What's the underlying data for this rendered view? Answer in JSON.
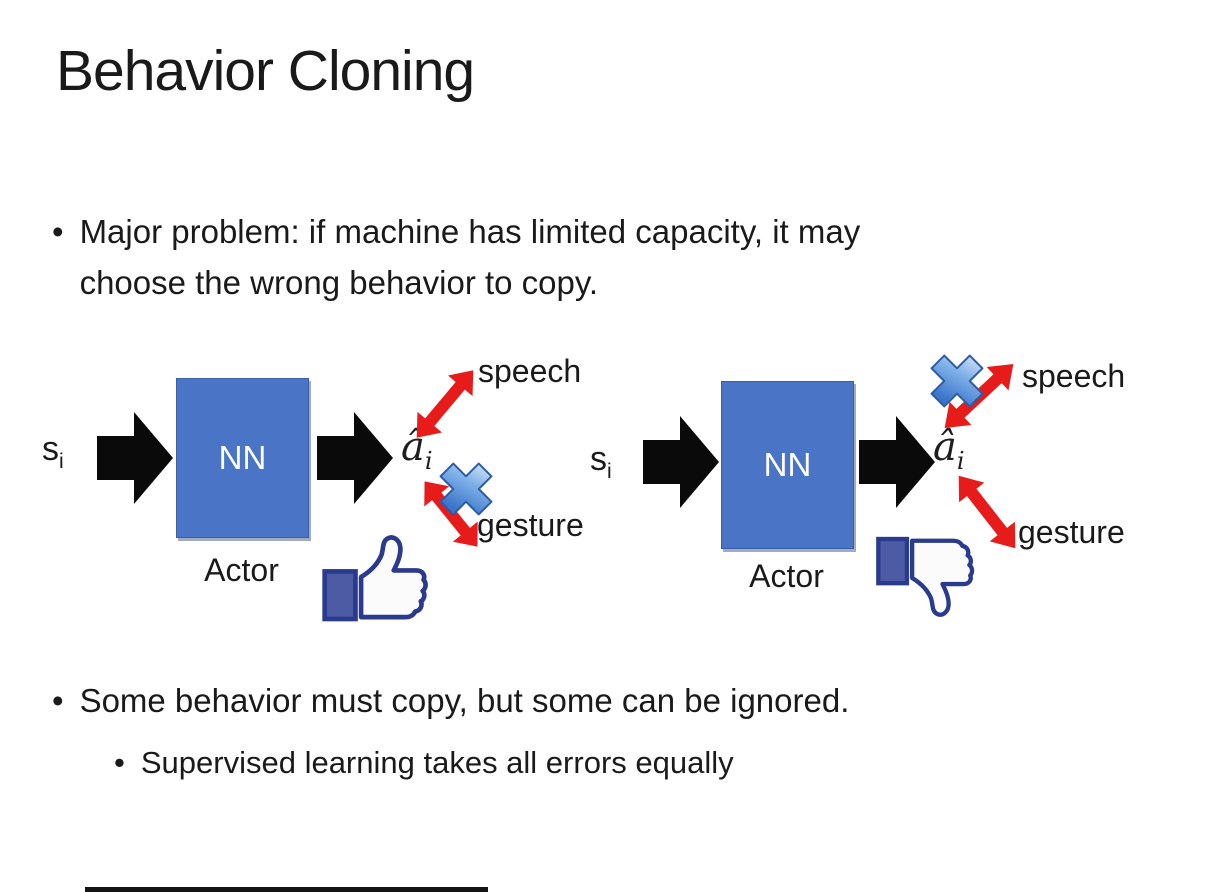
{
  "slide": {
    "title": "Behavior Cloning",
    "bullet_glyph": "•",
    "bullet1": "Major problem: if machine has limited capacity, it may choose the wrong behavior to copy.",
    "bullet2": "Some behavior must copy, but some can be ignored.",
    "sub_bullet": "Supervised learning takes all errors equally"
  },
  "diagram_left": {
    "input_base": "s",
    "input_sub": "i",
    "nn_label": "NN",
    "output_base": "â",
    "output_sub": "i",
    "speech_label": "speech",
    "gesture_label": "gesture",
    "actor_label": "Actor",
    "crossed_out": "gesture",
    "feedback_icon": "thumbs-up-icon"
  },
  "diagram_right": {
    "input_base": "s",
    "input_sub": "i",
    "nn_label": "NN",
    "output_base": "â",
    "output_sub": "i",
    "speech_label": "speech",
    "gesture_label": "gesture",
    "actor_label": "Actor",
    "crossed_out": "speech",
    "feedback_icon": "thumbs-down-icon"
  },
  "colors": {
    "slide_text": "#1a1a1a",
    "nn_box_fill": "#4a75c6",
    "nn_box_edge": "#3a5fa6",
    "nn_text": "#ffffff",
    "flow_arrow": "#0a0a0a",
    "link_arrow_red": "#e81b1b",
    "cross_blue_light": "#dce9fa",
    "cross_blue_mid": "#7fb0e8",
    "cross_blue_dark": "#3a74c9",
    "cross_blue_edge": "#2d5ca6",
    "thumb_outline": "#2a3b8e",
    "thumb_cuff": "#4c5ba4",
    "thumb_fill": "#fbfbfc"
  }
}
